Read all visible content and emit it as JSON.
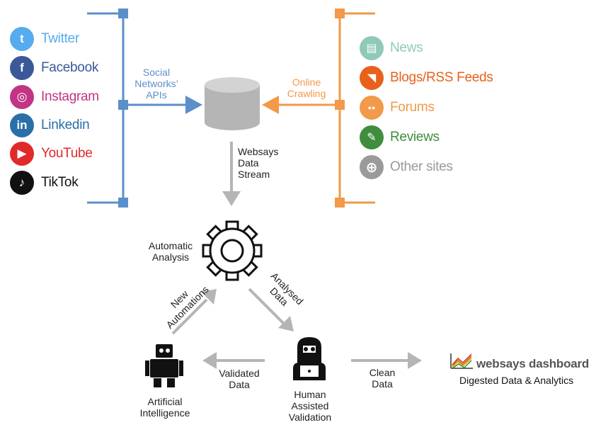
{
  "colors": {
    "blue": "#5b8fc9",
    "orange": "#f2994a",
    "gray_arrow": "#b5b5b5"
  },
  "social": [
    {
      "label": "Twitter",
      "icon": "twitter-icon",
      "bg": "#55acee",
      "color": "#55acee",
      "glyph": "t"
    },
    {
      "label": "Facebook",
      "icon": "facebook-icon",
      "bg": "#3b5998",
      "color": "#3b5998",
      "glyph": "f"
    },
    {
      "label": "Instagram",
      "icon": "instagram-icon",
      "bg": "#c13584",
      "color": "#c13584",
      "glyph": "◎"
    },
    {
      "label": "Linkedin",
      "icon": "linkedin-icon",
      "bg": "#2a6fa8",
      "color": "#2a6fa8",
      "glyph": "in"
    },
    {
      "label": "YouTube",
      "icon": "youtube-icon",
      "bg": "#e02a2a",
      "color": "#e02a2a",
      "glyph": "▶"
    },
    {
      "label": "TikTok",
      "icon": "tiktok-icon",
      "bg": "#111111",
      "color": "#111111",
      "glyph": "♪"
    }
  ],
  "web": [
    {
      "label": "News",
      "icon": "news-icon",
      "bg": "#8fc9b8",
      "color": "#8fc9b8",
      "glyph": "▤"
    },
    {
      "label": "Blogs/RSS Feeds",
      "icon": "rss-icon",
      "bg": "#e8611a",
      "color": "#e8611a",
      "glyph": "◥"
    },
    {
      "label": "Forums",
      "icon": "forums-icon",
      "bg": "#f2994a",
      "color": "#f2994a",
      "glyph": "●●"
    },
    {
      "label": "Reviews",
      "icon": "reviews-icon",
      "bg": "#3e8e3e",
      "color": "#3e8e3e",
      "glyph": "✎"
    },
    {
      "label": "Other sites",
      "icon": "globe-icon",
      "bg": "#9a9a9a",
      "color": "#9a9a9a",
      "glyph": "⊕"
    }
  ],
  "labels": {
    "social_apis": [
      "Social",
      "Networks’",
      "APIs"
    ],
    "online_crawling": [
      "Online",
      "Crawling"
    ],
    "data_stream": [
      "Websays",
      "Data",
      "Stream"
    ],
    "automatic_analysis": [
      "Automatic",
      "Analysis"
    ],
    "new_automations": [
      "New",
      "Automations"
    ],
    "analysed_data": [
      "Analysed",
      "Data"
    ],
    "ai": [
      "Artificial",
      "Intelligence"
    ],
    "validated_data": [
      "Validated",
      "Data"
    ],
    "human_validation": [
      "Human",
      "Assisted",
      "Validation"
    ],
    "clean_data": [
      "Clean",
      "Data"
    ]
  },
  "dashboard": {
    "brand": "websays dashboard",
    "subtitle": "Digested Data & Analytics"
  }
}
